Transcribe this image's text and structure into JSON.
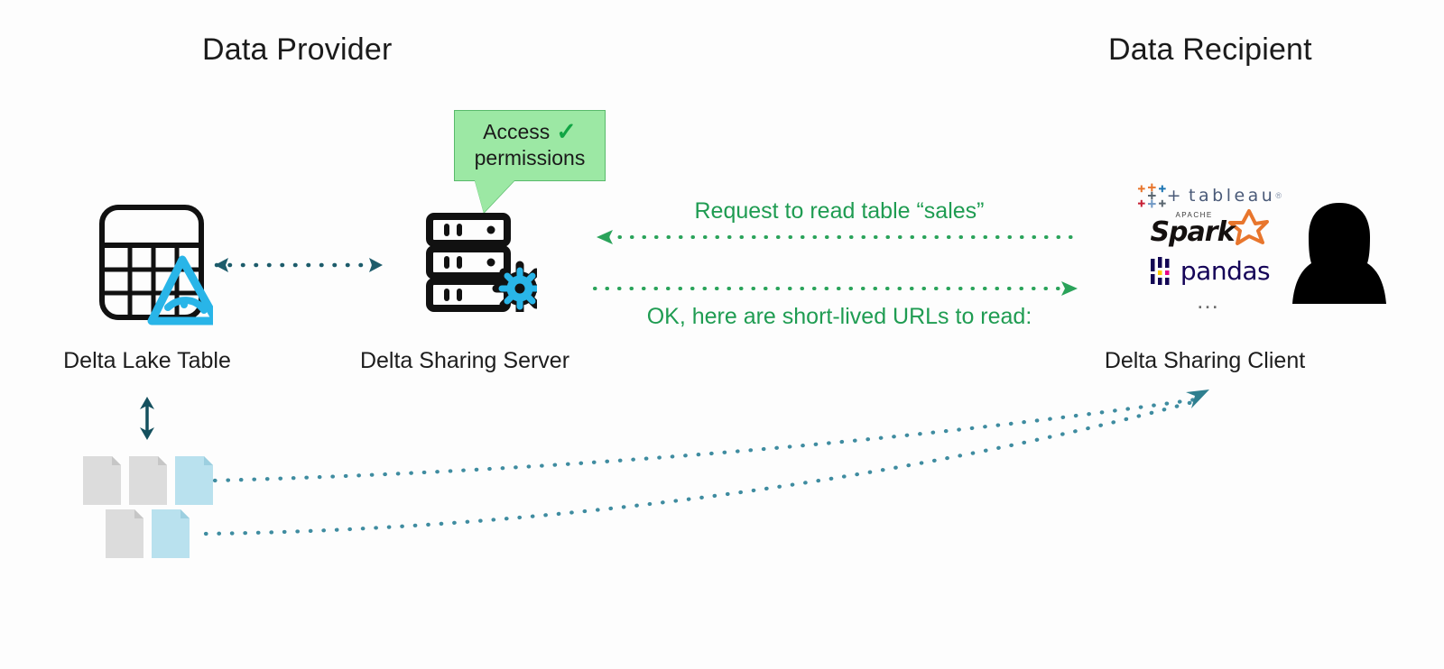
{
  "diagram": {
    "title_left": "Data Provider",
    "title_right": "Data Recipient",
    "bubble": {
      "line1": "Access",
      "check_icon": "✓",
      "line2": "permissions"
    },
    "nodes": {
      "delta_lake_table": "Delta Lake Table",
      "delta_sharing_server": "Delta Sharing Server",
      "delta_sharing_client": "Delta Sharing Client"
    },
    "messages": {
      "request": "Request to read table “sales”",
      "response": "OK, here are short-lived URLs to read:"
    },
    "clients": {
      "tableau": "tableau",
      "tableau_plus": "+",
      "tableau_trademark": "®",
      "spark_apache": "APACHE",
      "spark": "Spark",
      "pandas": "pandas",
      "more": "…"
    },
    "colors": {
      "green_text": "#1f9c52",
      "bubble_fill": "#9ce8a4",
      "bubble_border": "#59ba6b",
      "check_green": "#11a544",
      "delta_blue": "#29b5e8",
      "teal_arrow": "#2e7f8f",
      "dark_teal": "#14505e",
      "file_gray": "#dcdcdc",
      "file_blue": "#b9e1ee",
      "silhouette": "#000000",
      "heading": "#1b1b1b"
    }
  }
}
